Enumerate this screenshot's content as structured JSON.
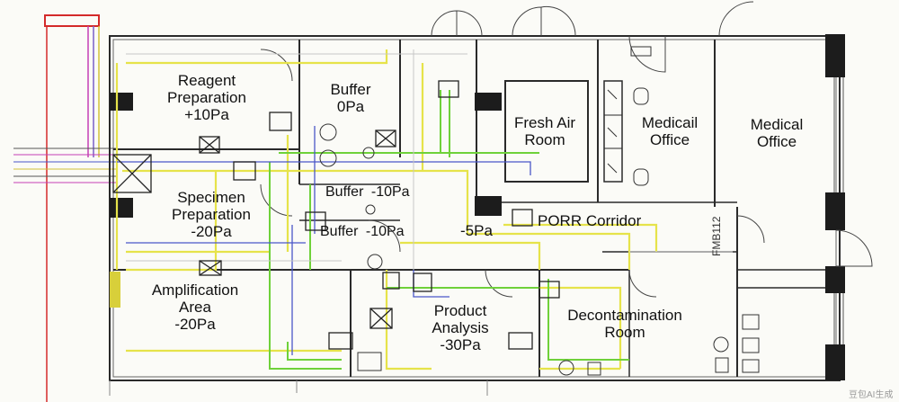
{
  "rooms": {
    "reagent": {
      "lines": [
        "Reagent",
        "Preparation",
        "+10Pa"
      ]
    },
    "buffer_top": {
      "lines": [
        "Buffer",
        "0Pa"
      ]
    },
    "specimen": {
      "lines": [
        "Specimen",
        "Preparation",
        "-20Pa"
      ]
    },
    "buffer_mid1": {
      "lines": [
        "Buffer",
        "-10Pa"
      ]
    },
    "buffer_mid2": {
      "lines": [
        "Buffer",
        "-10Pa"
      ]
    },
    "corridor_pressure": {
      "lines": [
        "-5Pa"
      ]
    },
    "fresh_air": {
      "lines": [
        "Fresh Air",
        "Room"
      ]
    },
    "medical_office_1": {
      "lines": [
        "Medicail",
        "Office"
      ]
    },
    "medical_office_2": {
      "lines": [
        "Medical",
        "Office"
      ]
    },
    "corridor": {
      "lines": [
        "PORR Corridor"
      ]
    },
    "amplification": {
      "lines": [
        "Amplification",
        "Area",
        "-20Pa"
      ]
    },
    "product_analysis": {
      "lines": [
        "Product",
        "Analysis",
        "-30Pa"
      ]
    },
    "decontamination": {
      "lines": [
        "Decontamination",
        "Room"
      ]
    }
  },
  "vertical_label": "FMB112",
  "watermark": "豆包AI生成",
  "colors": {
    "wall": "#2a2a2a",
    "supply_duct": "#e6e34a",
    "exhaust_duct": "#6fd13a",
    "return_duct": "#4a56c8",
    "outdoor_red": "#d42a2a",
    "outdoor_magenta": "#c43fb5",
    "partition": "#c7c7c7"
  }
}
